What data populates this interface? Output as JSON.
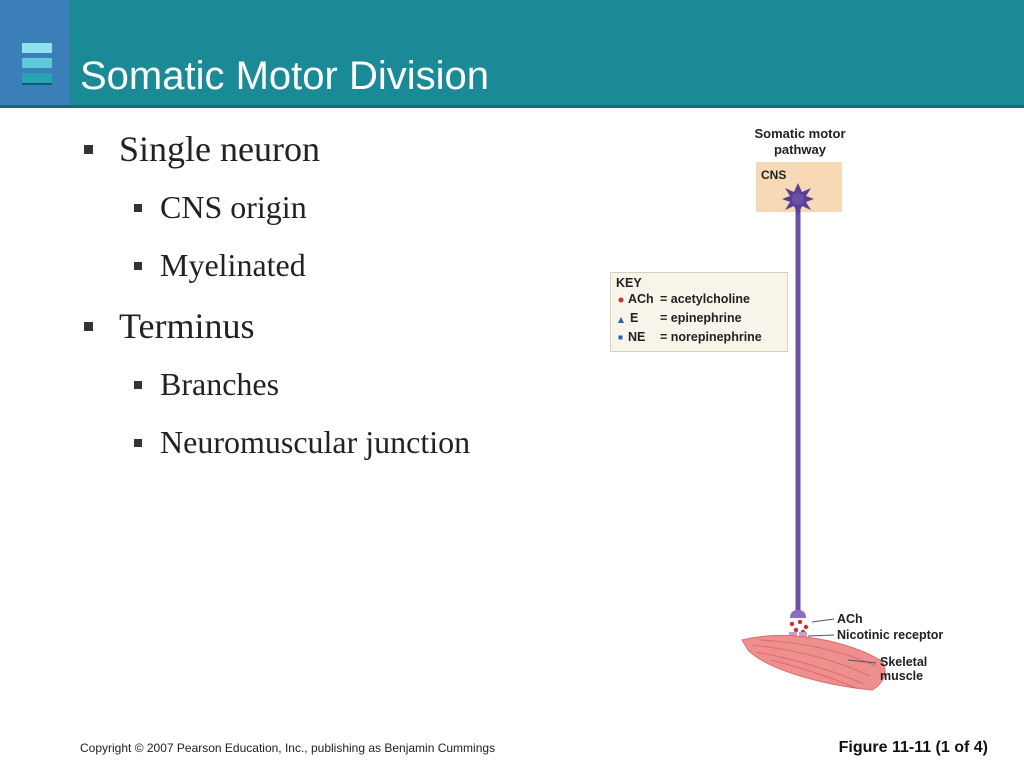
{
  "header": {
    "title": "Somatic Motor Division"
  },
  "bullets": [
    {
      "level": 1,
      "text": "Single neuron"
    },
    {
      "level": 2,
      "text": "CNS origin"
    },
    {
      "level": 2,
      "text": "Myelinated"
    },
    {
      "level": 1,
      "text": "Terminus"
    },
    {
      "level": 2,
      "text": "Branches"
    },
    {
      "level": 2,
      "text": "Neuromuscular junction"
    }
  ],
  "figure": {
    "title": "Somatic motor pathway",
    "cns_label": "CNS",
    "key": {
      "heading": "KEY",
      "entries": [
        {
          "abbr": "ACh",
          "meaning": "= acetylcholine",
          "marker": "red-dot",
          "color": "#d42b2b"
        },
        {
          "abbr": "E",
          "meaning": "= epinephrine",
          "marker": "blue-triangle",
          "color": "#2a5fb0"
        },
        {
          "abbr": "NE",
          "meaning": "= norepinephrine",
          "marker": "blue-square",
          "color": "#2a5fb0"
        }
      ]
    },
    "labels": {
      "ach": "ACh",
      "receptor": "Nicotinic receptor",
      "muscle_line1": "Skeletal",
      "muscle_line2": "muscle"
    },
    "colors": {
      "neuron": "#6a4fa3",
      "cns_fill": "#f8d9b6",
      "muscle": "#ef8e8e",
      "receptor": "#c9a0c9"
    }
  },
  "footer": {
    "copyright": "Copyright © 2007 Pearson Education, Inc., publishing as Benjamin Cummings",
    "figure_ref": "Figure 11-11 (1 of 4)"
  }
}
